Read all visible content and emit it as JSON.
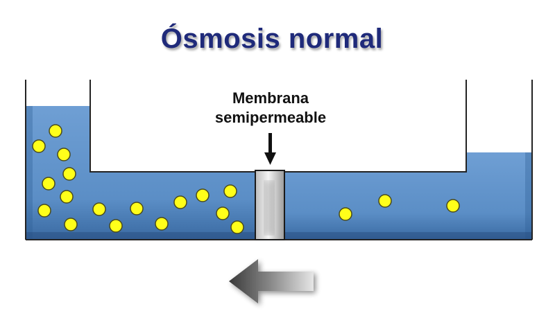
{
  "title": "Ósmosis normal",
  "membrane_label": {
    "line1": "Membrana",
    "line2": "semipermeable"
  },
  "colors": {
    "water": "#5b8ec6",
    "water_dark": "#2f5f96",
    "solute": "#ffff1a",
    "solute_stroke": "#4a4a1a",
    "title": "#1f2a7a",
    "container_line": "#222222",
    "membrane": "#d9d9d9"
  },
  "icons": {
    "pointer": "down-arrow-icon",
    "flow": "left-arrow-icon"
  }
}
